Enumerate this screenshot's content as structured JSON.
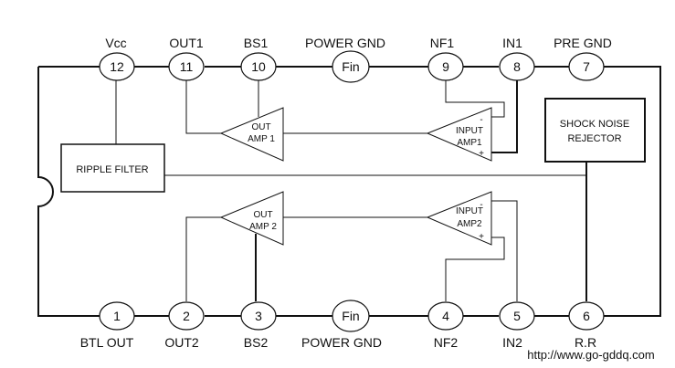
{
  "top_pins": [
    {
      "num": "12",
      "label": "Vcc"
    },
    {
      "num": "11",
      "label": "OUT1"
    },
    {
      "num": "10",
      "label": "BS1"
    },
    {
      "num": "Fin",
      "label": "POWER GND"
    },
    {
      "num": "9",
      "label": "NF1"
    },
    {
      "num": "8",
      "label": "IN1"
    },
    {
      "num": "7",
      "label": "PRE GND"
    }
  ],
  "bottom_pins": [
    {
      "num": "1",
      "label": "BTL OUT"
    },
    {
      "num": "2",
      "label": "OUT2"
    },
    {
      "num": "3",
      "label": "BS2"
    },
    {
      "num": "Fin",
      "label": "POWER GND"
    },
    {
      "num": "4",
      "label": "NF2"
    },
    {
      "num": "5",
      "label": "IN2"
    },
    {
      "num": "6",
      "label": "R.R"
    }
  ],
  "blocks": {
    "ripple_filter": "RIPPLE FILTER",
    "shock_line1": "SHOCK NOISE",
    "shock_line2": "REJECTOR",
    "out_amp1_line1": "OUT",
    "out_amp1_line2": "AMP 1",
    "input_amp1_line1": "INPUT",
    "input_amp1_line2": "AMP1",
    "out_amp2_line1": "OUT",
    "out_amp2_line2": "AMP 2",
    "input_amp2_line1": "INPUT",
    "input_amp2_line2": "AMP2",
    "minus": "-",
    "plus": "+"
  },
  "footer_url": "http://www.go-gddq.com"
}
